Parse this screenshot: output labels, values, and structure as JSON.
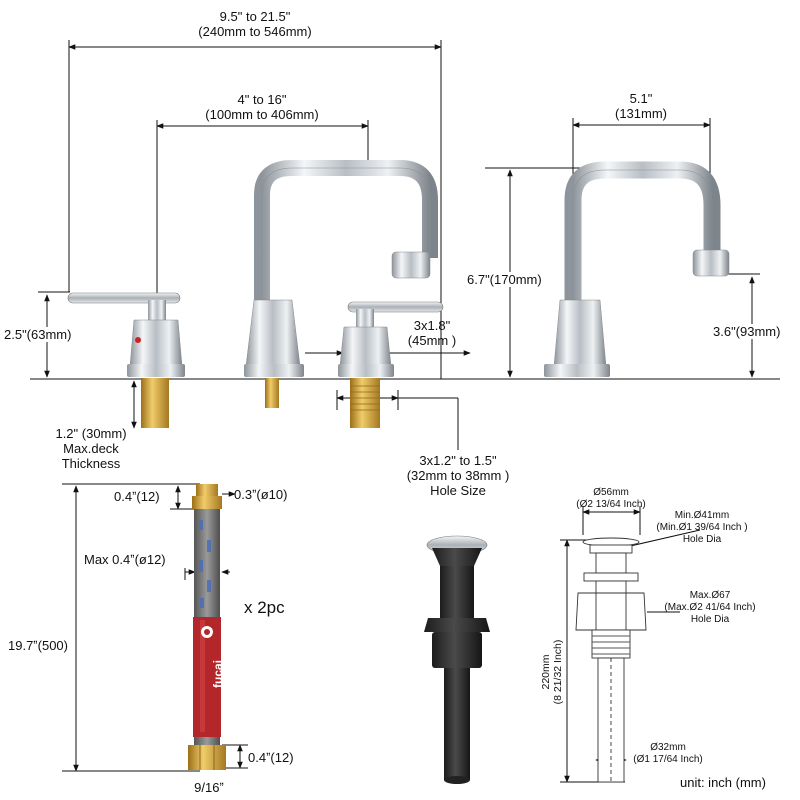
{
  "top_overall": {
    "line1": "9.5\" to 21.5\"",
    "line2": "(240mm to 546mm)"
  },
  "top_center": {
    "line1": "4\" to 16\"",
    "line2": "(100mm to 406mm)"
  },
  "spout_reach": {
    "line1": "5.1\"",
    "line2": "(131mm)"
  },
  "spout_height": "6.7\"(170mm)",
  "spout_outlet_height": "3.6\"(93mm)",
  "handle_height": "2.5\"(63mm)",
  "handle_base": {
    "line1": "3x1.8\"",
    "line2": "(45mm )"
  },
  "deck": {
    "line1": "1.2\" (30mm)",
    "line2": "Max.deck",
    "line3": "Thickness"
  },
  "hole_size": {
    "line1": "3x1.2\" to 1.5\"",
    "line2": "(32mm to 38mm )",
    "line3": "Hole Size"
  },
  "hose": {
    "top_nut": "0.4ˮ(12)",
    "top_dia": "0.3ˮ(ø10)",
    "max_dia": "Max 0.4ˮ(ø12)",
    "quantity": "x 2pc",
    "length": "19.7ˮ(500)",
    "bottom_nut": "0.4ˮ(12)",
    "thread": "9/16ˮ",
    "brand": "fucai"
  },
  "drain": {
    "cap_dia": {
      "line1": "Ø56mm",
      "line2": "(Ø2 13/64 Inch)"
    },
    "hole_min": {
      "line1": "Min.Ø41mm",
      "line2": "(Min.Ø1 39/64 Inch )",
      "line3": "Hole Dia"
    },
    "hole_max": {
      "line1": "Max.Ø67",
      "line2": "(Max.Ø2 41/64 Inch)",
      "line3": "Hole Dia"
    },
    "length": {
      "line1": "220mm",
      "line2": "(8 21/32 Inch)"
    },
    "tail_dia": {
      "line1": "Ø32mm",
      "line2": "(Ø1 17/64 Inch)"
    }
  },
  "unit_note": "unit: inch (mm)",
  "colors": {
    "chrome": "#c9ced3",
    "brass": "#d9a93b",
    "hose_red": "#b3272a",
    "hose_blue": "#3c5a9a",
    "drain_dark": "#2b2b2b"
  }
}
